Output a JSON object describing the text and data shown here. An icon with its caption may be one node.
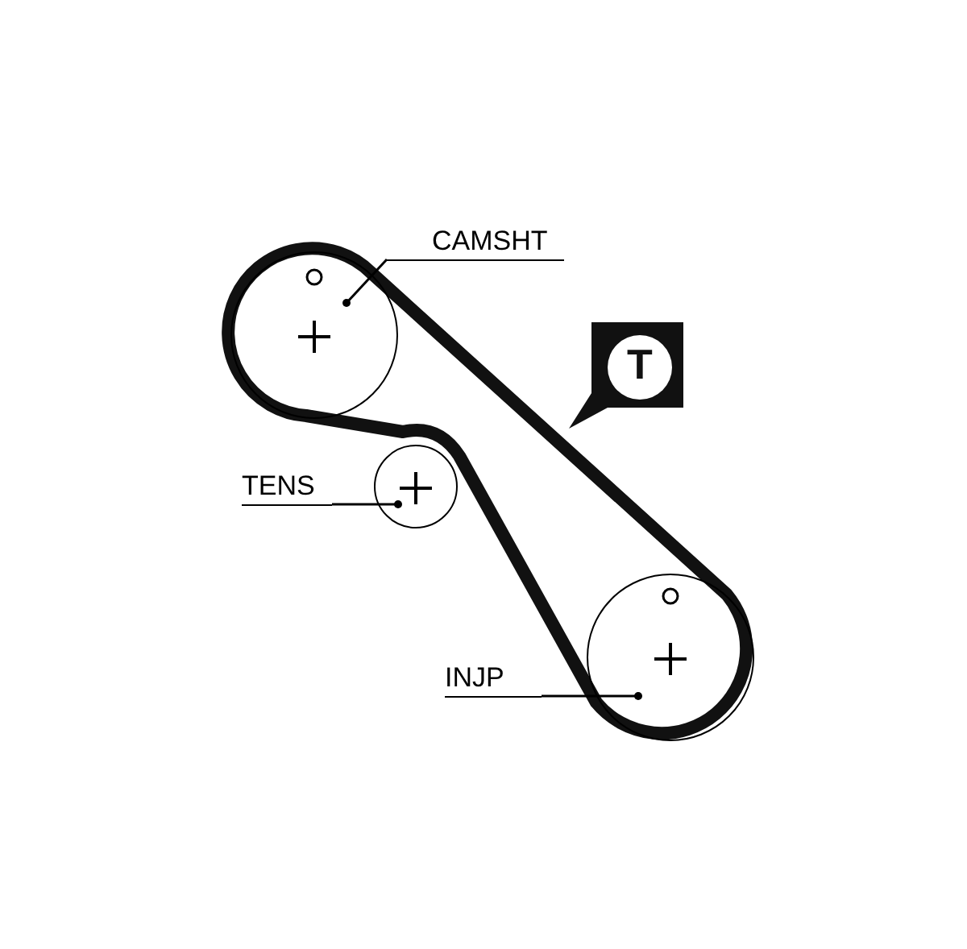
{
  "diagram": {
    "nodes": [
      {
        "text": [
          "CAMSHT"
        ]
      },
      {
        "text": [],
        "shape": "circle"
      },
      {
        "text": [
          "T"
        ]
      },
      {
        "text": [
          "TENS"
        ]
      },
      {
        "text": [],
        "shape": "circle"
      },
      {
        "text": [
          "INJP"
        ]
      },
      {
        "text": [],
        "shape": "circle"
      }
    ],
    "edges": [
      {
        "from": 0,
        "to": 1,
        "arrow": "other"
      },
      {
        "from": 3,
        "to": 4,
        "arrow": "other"
      },
      {
        "from": 5,
        "to": 6,
        "arrow": "other"
      }
    ]
  }
}
